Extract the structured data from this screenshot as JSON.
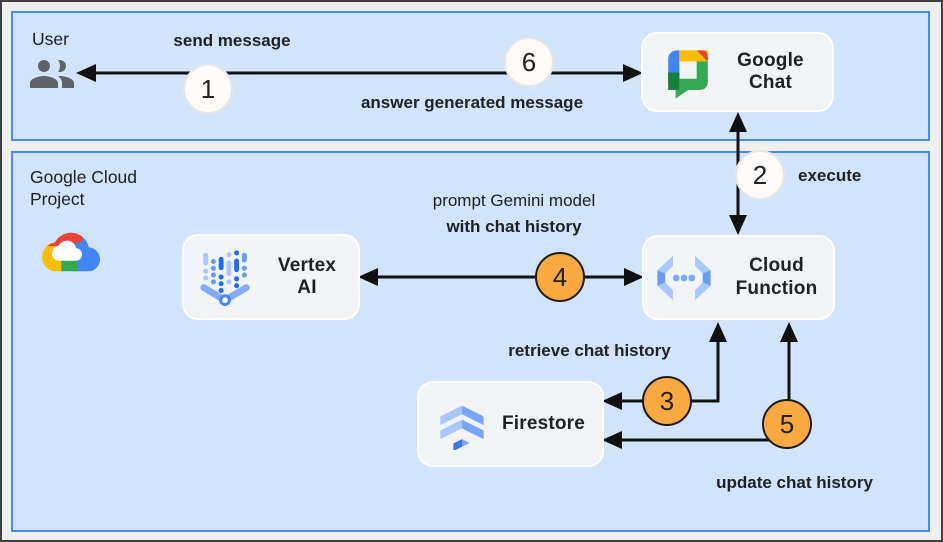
{
  "zones": {
    "user": {
      "label": "User"
    },
    "gcp": {
      "label": "Google Cloud Project"
    }
  },
  "nodes": {
    "google_chat": {
      "label": "Google Chat"
    },
    "vertex_ai": {
      "label": "Vertex AI"
    },
    "cloud_function": {
      "label": "Cloud Function"
    },
    "firestore": {
      "label": "Firestore"
    }
  },
  "flows": {
    "send_message": {
      "step": "1",
      "label": "send message"
    },
    "execute": {
      "step": "2",
      "label": "execute"
    },
    "retrieve_history": {
      "step": "3",
      "label": "retrieve chat history"
    },
    "prompt_gemini": {
      "step": "4",
      "label_line1": "prompt Gemini model",
      "label_line2": "with chat history"
    },
    "update_history": {
      "step": "5",
      "label": "update chat history"
    },
    "answer_message": {
      "step": "6",
      "label": "answer generated message"
    }
  },
  "icons": {
    "user": "people-icon",
    "gcp": "google-cloud-logo",
    "google_chat": "google-chat-logo",
    "vertex_ai": "vertex-ai-icon",
    "cloud_function": "cloud-function-icon",
    "firestore": "firestore-icon"
  },
  "colors": {
    "zone_fill": "#d2e3fc",
    "zone_border": "#4a8af5",
    "node_fill": "#f1f3f4",
    "arrow": "#111111",
    "step_neutral_fill": "#fcfbf9",
    "step_highlight_fill": "#f8a942",
    "google_blue": "#4285f4",
    "google_red": "#ea4335",
    "google_yellow": "#fbbc05",
    "google_green": "#34a853",
    "text": "#202124"
  }
}
